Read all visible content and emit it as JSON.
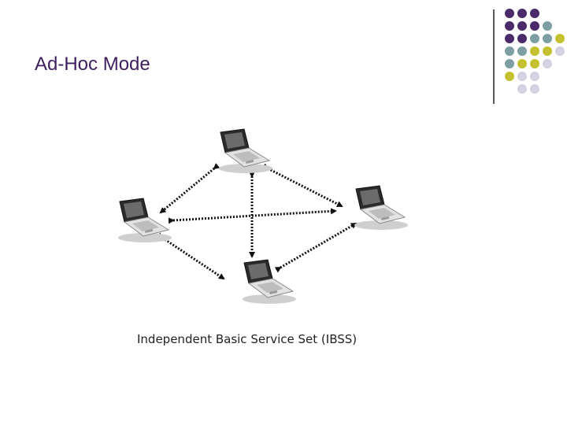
{
  "slide": {
    "title": "Ad-Hoc Mode",
    "caption": "Independent Basic Service Set (IBSS)"
  },
  "colors": {
    "title": "#3d1f5e",
    "dot_purple": "#4b2a6b",
    "dot_teal": "#7d9fa3",
    "dot_olive": "#c5c02e",
    "dot_lavender": "#d4d2e3"
  },
  "diagram": {
    "nodes": [
      {
        "id": "top",
        "icon": "laptop-icon"
      },
      {
        "id": "left",
        "icon": "laptop-icon"
      },
      {
        "id": "right",
        "icon": "laptop-icon"
      },
      {
        "id": "bottom",
        "icon": "laptop-icon"
      }
    ],
    "links": [
      {
        "from": "top",
        "to": "left"
      },
      {
        "from": "top",
        "to": "right"
      },
      {
        "from": "top",
        "to": "bottom"
      },
      {
        "from": "left",
        "to": "right"
      },
      {
        "from": "left",
        "to": "bottom"
      },
      {
        "from": "bottom",
        "to": "right"
      }
    ]
  }
}
